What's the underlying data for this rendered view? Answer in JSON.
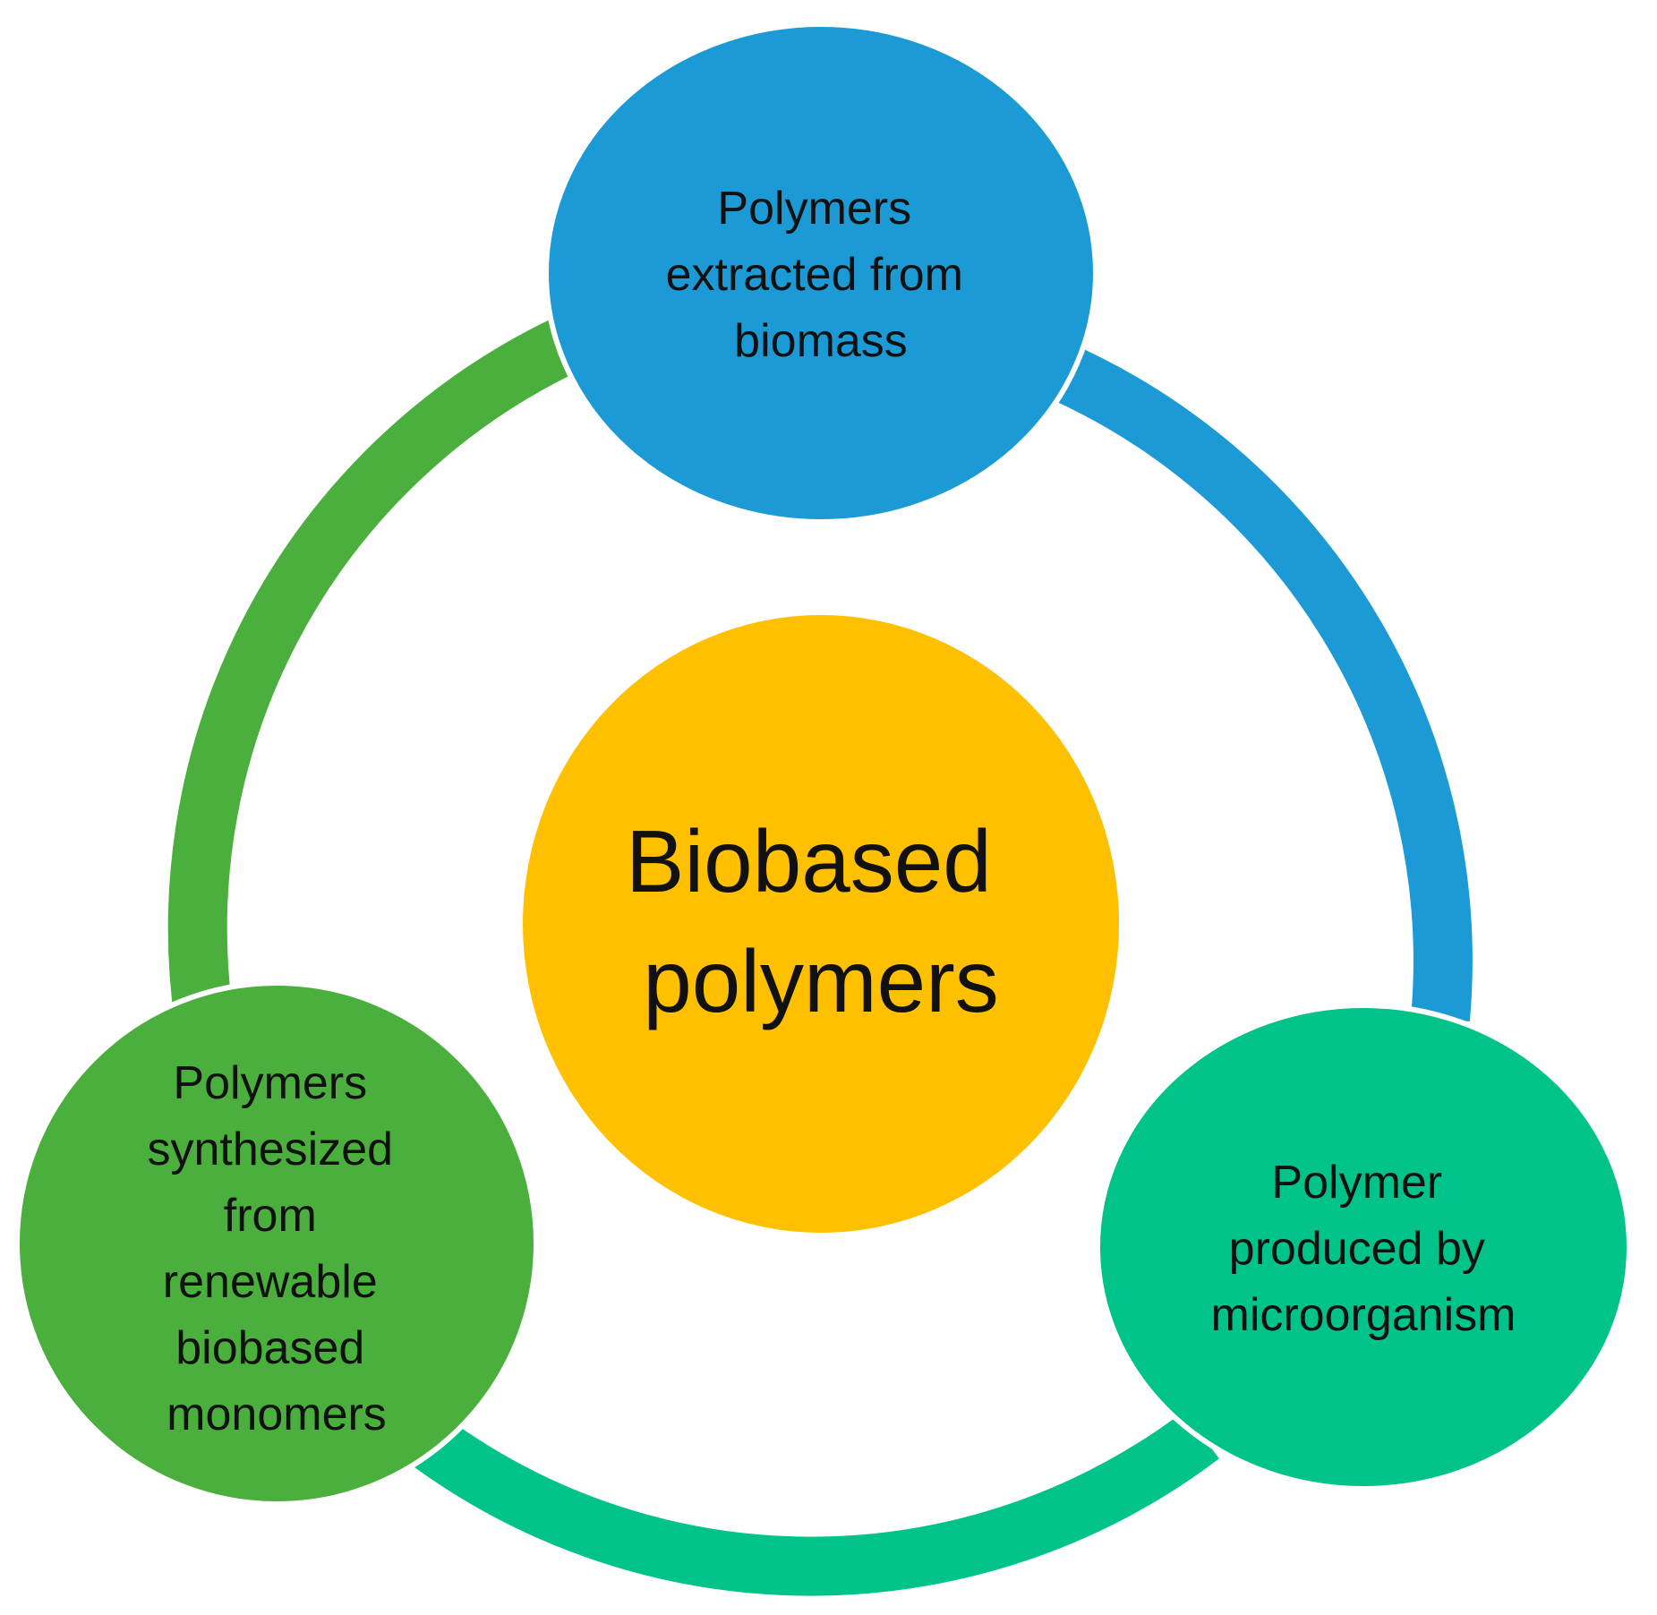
{
  "diagram": {
    "center": {
      "lines": [
        "Biobased",
        "polymers"
      ],
      "color": "#FFC000"
    },
    "nodes": [
      {
        "id": "biomass",
        "lines": [
          "Polymers",
          "extracted from",
          "biomass"
        ],
        "color": "#1B9AD6"
      },
      {
        "id": "microorganism",
        "lines": [
          "Polymer",
          "produced by",
          "microorganism"
        ],
        "color": "#00C38A"
      },
      {
        "id": "monomers",
        "lines": [
          "Polymers",
          "synthesized",
          "from",
          "renewable",
          "biobased",
          "monomers"
        ],
        "color": "#4AAF3C"
      }
    ],
    "ring_segments": [
      {
        "from": "biomass",
        "to": "microorganism",
        "color": "#1B9AD6"
      },
      {
        "from": "microorganism",
        "to": "monomers",
        "color": "#00C38A"
      },
      {
        "from": "monomers",
        "to": "biomass",
        "color": "#4AAF3C"
      }
    ]
  }
}
